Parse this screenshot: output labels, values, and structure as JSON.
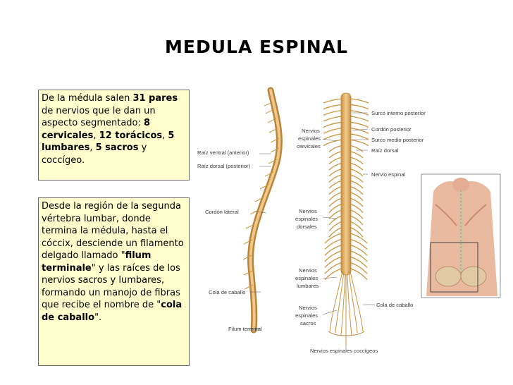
{
  "title": "MEDULA ESPINAL",
  "box1": {
    "t1": "De la médula salen ",
    "b1": "31 pares",
    "t2": " de nervios que le dan un aspecto segmentado: ",
    "b2": "8 cervicales",
    "t3": ", ",
    "b3": "12 torácicos",
    "t4": ", ",
    "b4": "5 lumbares",
    "t5": ", ",
    "b5": "5 sacros",
    "t6": " y coccígeo."
  },
  "box2": {
    "t1": "Desde la región de la segunda vértebra lumbar, donde termina la médula, hasta el cóccix, desciende un filamento delgado llamado \"",
    "b1": "filum terminale",
    "t2": "\" y las raíces de los nervios sacros y lumbares, formando un manojo de fibras que recibe el nombre de \"",
    "b2": "cola de caballo",
    "t3": "\"."
  },
  "labels": {
    "surco_interno": "Surco interno posterior",
    "cordon_posterior": "Cordón posterior",
    "surco_medio": "Surco medio posterior",
    "raiz_dorsal": "Raíz dorsal",
    "nervio_espinal": "Nervio espinal",
    "cervicales_1": "Nervios",
    "cervicales_2": "espinales",
    "cervicales_3": "cervicales",
    "raiz_ventral": "Raíz ventral (anterior)",
    "raiz_dorsal_post": "Raíz dorsal (posterior)",
    "cordon_lateral": "Cordón lateral",
    "dorsales_1": "Nervios",
    "dorsales_2": "espinales",
    "dorsales_3": "dorsales",
    "lumbares_1": "Nervios",
    "lumbares_2": "espinales",
    "lumbares_3": "lumbares",
    "sacros_1": "Nervios",
    "sacros_2": "espinales",
    "sacros_3": "sacros",
    "cola_izq": "Cola de caballo",
    "cola_der": "Cola de caballo",
    "filum": "Filum terminal",
    "coccigeos": "Nervios espinales coccígeos"
  },
  "colors": {
    "box_fill": "#fffecc",
    "cord": "#e3b36a",
    "cord_dark": "#b8843c",
    "nerve": "#c8953f",
    "skin": "#e9b9a0"
  }
}
